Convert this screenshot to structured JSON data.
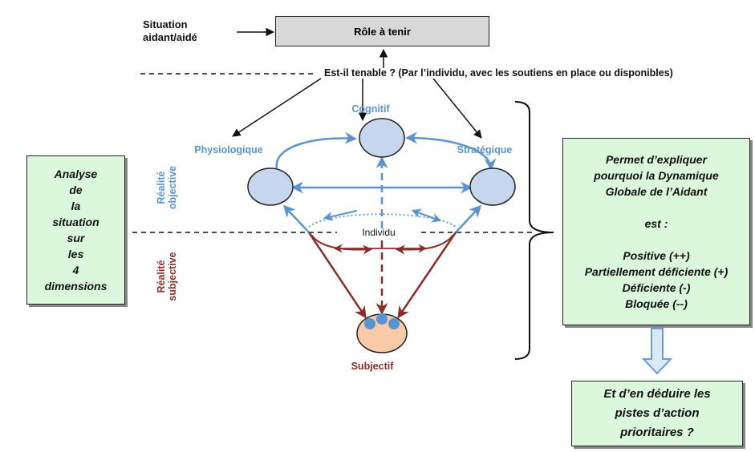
{
  "situation": {
    "line1": "Situation",
    "line2": "aidant/aidé"
  },
  "role_box": "Rôle à tenir",
  "question": "Est-il tenable ? (Par l’individu, avec les soutiens en place ou disponibles)",
  "nodes": {
    "cognitif": "Cognitif",
    "physiologique": "Physiologique",
    "strategique": "Stratégique",
    "individu": "Individu",
    "subjectif": "Subjectif"
  },
  "realite_objective": {
    "line1": "Réalité",
    "line2": "objective"
  },
  "realite_subjective": {
    "line1": "Réalité",
    "line2": "subjective"
  },
  "left_box": [
    "Analyse",
    "de",
    "la",
    "situation",
    "sur",
    "les",
    "4",
    "dimensions"
  ],
  "right_box": {
    "l1": "Permet d’expliquer",
    "l2": "pourquoi la Dynamique",
    "l3": "Globale de l’Aidant",
    "l4": "est :",
    "l5": "Positive (++)",
    "l6": "Partiellement déficiente (+)",
    "l7": "Déficiente (-)",
    "l8": "Bloquée (--)"
  },
  "bottom_box": {
    "l1": "Et d’en déduire les",
    "l2": "pistes d’action",
    "l3": "prioritaires ?"
  },
  "colors": {
    "blue": "#5b93cf",
    "darkred": "#8b2e2a",
    "node_fill": "#c5d6ee",
    "subj_fill": "#f8caa8",
    "green": "#dcf8dc"
  }
}
